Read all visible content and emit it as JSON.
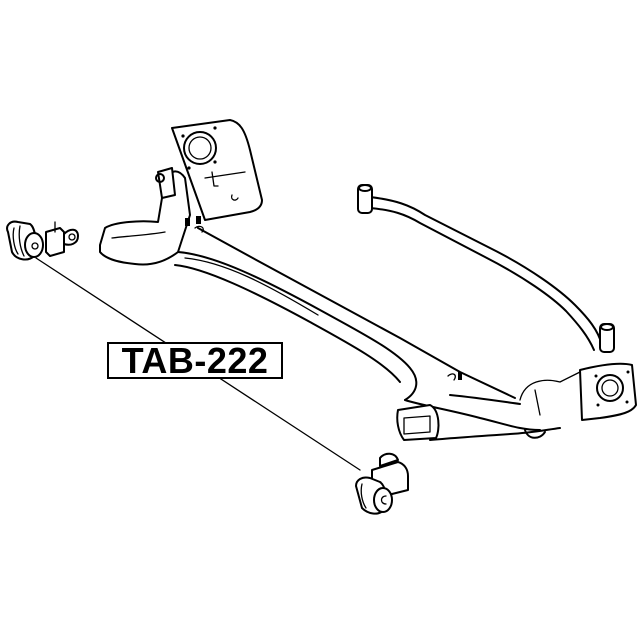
{
  "diagram": {
    "type": "exploded-parts-illustration",
    "subject": "rear axle beam with bushings and stabilizer bar",
    "part_label": "TAB-222",
    "callout_targets": [
      "left-axle-bushing",
      "right-axle-bushing"
    ],
    "colors": {
      "background": "#ffffff",
      "line": "#000000"
    }
  }
}
